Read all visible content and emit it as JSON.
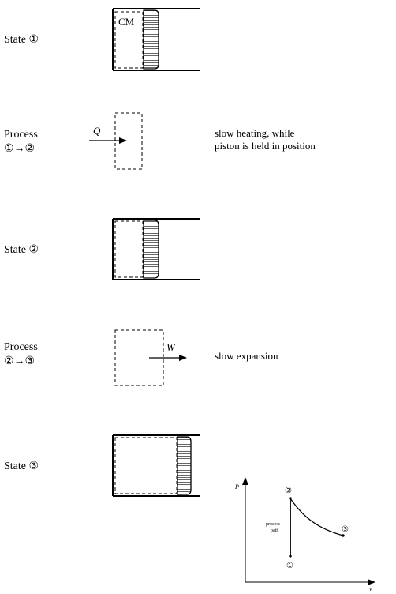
{
  "states": [
    {
      "id": "state-1",
      "label": "State ①"
    },
    {
      "id": "state-2",
      "label": "State ②"
    },
    {
      "id": "state-3",
      "label": "State ③"
    }
  ],
  "processes": [
    {
      "id": "process-1-2",
      "title": "Process",
      "steps": "①→②",
      "arrow_symbol": "Q",
      "description_lines": [
        "slow heating, while",
        "piston is held in position"
      ]
    },
    {
      "id": "process-2-3",
      "title": "Process",
      "steps": "②→③",
      "arrow_symbol": "W",
      "description_lines": [
        "slow expansion"
      ]
    }
  ],
  "control_mass_label": "CM",
  "pv_diagram": {
    "y_axis_label": "P",
    "x_axis_label": "v",
    "points": [
      "①",
      "②",
      "③"
    ],
    "path_label_lines": [
      "process",
      "path"
    ]
  }
}
